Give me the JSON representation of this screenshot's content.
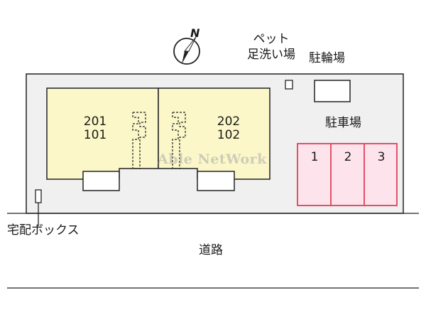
{
  "compass": {
    "label": "N",
    "icon": "north-arrow-icon"
  },
  "labels": {
    "pet_wash": "ペット\n足洗い場",
    "bicycle_parking": "駐輪場",
    "parking": "駐車場",
    "delivery_box": "宅配ボックス",
    "road": "道路"
  },
  "units": [
    {
      "upper": "201",
      "lower": "101"
    },
    {
      "upper": "202",
      "lower": "102"
    }
  ],
  "parking_slots": [
    "1",
    "2",
    "3"
  ],
  "watermark": "Able NetWork",
  "colors": {
    "building_fill": "#fbf7c8",
    "parking_fill": "#fde4ec",
    "parking_stroke": "#e0405a",
    "lot_fill": "#f0f0f0",
    "line": "#222222"
  }
}
